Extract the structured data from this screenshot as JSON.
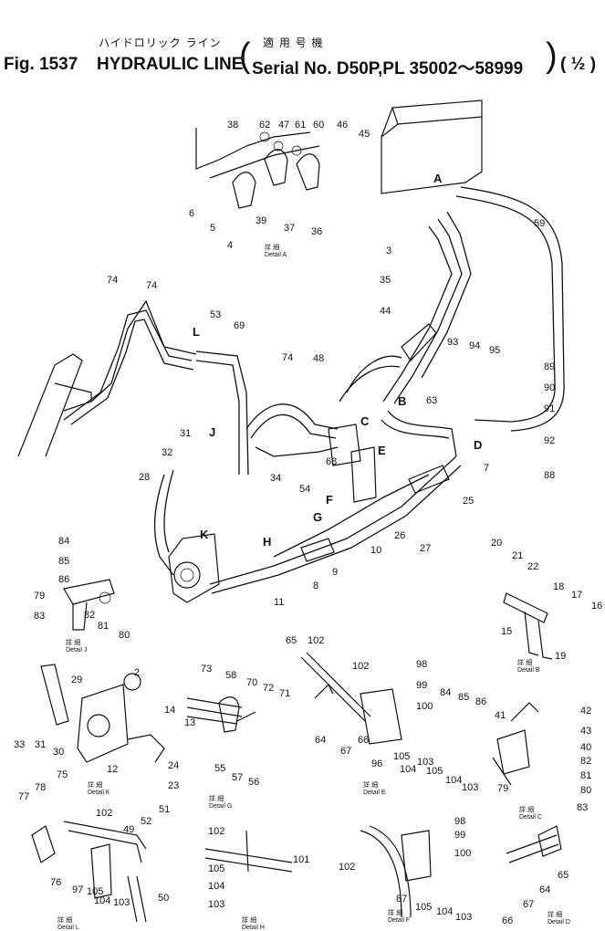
{
  "header": {
    "jp_title": "ハイドロリック ライン",
    "jp_serial": "適 用 号 機",
    "fig_label": "Fig. 1537",
    "title": "HYDRAULIC LINE",
    "serial": "Serial No. D50P,PL 35002～58999",
    "paren_open": "(",
    "paren_close": ")",
    "sheet": "( ½ )"
  },
  "callouts": [
    "A",
    "B",
    "C",
    "D",
    "E",
    "F",
    "G",
    "H",
    "J",
    "K",
    "L"
  ],
  "details": {
    "jp": "詳 細",
    "a": "Detail  A",
    "b": "Detail  B",
    "c": "Detail  C",
    "d": "Detail  D",
    "e": "Detail  E",
    "f": "Detail  F",
    "g": "Detail  G",
    "h": "Detail  H",
    "j": "Detail  J",
    "k": "Detail  K",
    "l": "Detail  L"
  },
  "part_numbers": {
    "p1": "38",
    "p2": "62",
    "p3": "47",
    "p4": "61",
    "p5": "60",
    "p6": "46",
    "p7": "45",
    "p8": "6",
    "p9": "5",
    "p10": "4",
    "p11": "39",
    "p12": "37",
    "p13": "36",
    "p14": "3",
    "p15": "59",
    "p16": "35",
    "p17": "44",
    "p18": "74",
    "p19": "74",
    "p20": "53",
    "p21": "69",
    "p22": "74",
    "p23": "48",
    "p24": "93",
    "p25": "94",
    "p26": "95",
    "p27": "89",
    "p28": "90",
    "p29": "91",
    "p30": "92",
    "p31": "88",
    "p32": "63",
    "p33": "7",
    "p34": "25",
    "p35": "31",
    "p36": "32",
    "p37": "28",
    "p38": "34",
    "p39": "68",
    "p40": "54",
    "p41": "26",
    "p42": "27",
    "p43": "10",
    "p44": "8",
    "p45": "9",
    "p46": "11",
    "p47": "84",
    "p48": "85",
    "p49": "86",
    "p50": "79",
    "p51": "83",
    "p52": "82",
    "p53": "81",
    "p54": "80",
    "p55": "20",
    "p56": "21",
    "p57": "22",
    "p58": "18",
    "p59": "17",
    "p60": "16",
    "p61": "15",
    "p62": "19",
    "p63": "29",
    "p64": "2",
    "p65": "33",
    "p66": "31",
    "p67": "30",
    "p68": "12",
    "p69": "14",
    "p70": "13",
    "p71": "24",
    "p72": "23",
    "p73": "73",
    "p74": "58",
    "p75": "70",
    "p76": "72",
    "p77": "71",
    "p78": "55",
    "p79": "57",
    "p80": "56",
    "p81": "65",
    "p82": "102",
    "p83": "102",
    "p84": "64",
    "p85": "66",
    "p86": "67",
    "p87": "96",
    "p88": "98",
    "p89": "99",
    "p90": "100",
    "p91": "105",
    "p92": "104",
    "p93": "103",
    "p94": "105",
    "p95": "104",
    "p96": "103",
    "p97": "84",
    "p98": "85",
    "p99": "86",
    "p100": "41",
    "p101": "42",
    "p102": "43",
    "p103": "40",
    "p104": "82",
    "p105": "81",
    "p106": "80",
    "p107": "79",
    "p108": "83",
    "p109": "75",
    "p110": "78",
    "p111": "77",
    "p112": "102",
    "p113": "76",
    "p114": "97",
    "p115": "105",
    "p116": "104",
    "p117": "103",
    "p118": "49",
    "p119": "52",
    "p120": "51",
    "p121": "50",
    "p122": "102",
    "p123": "101",
    "p124": "105",
    "p125": "104",
    "p126": "103",
    "p127": "98",
    "p128": "99",
    "p129": "100",
    "p130": "102",
    "p131": "87",
    "p132": "105",
    "p133": "104",
    "p134": "103",
    "p135": "65",
    "p136": "64",
    "p137": "66",
    "p138": "67"
  }
}
